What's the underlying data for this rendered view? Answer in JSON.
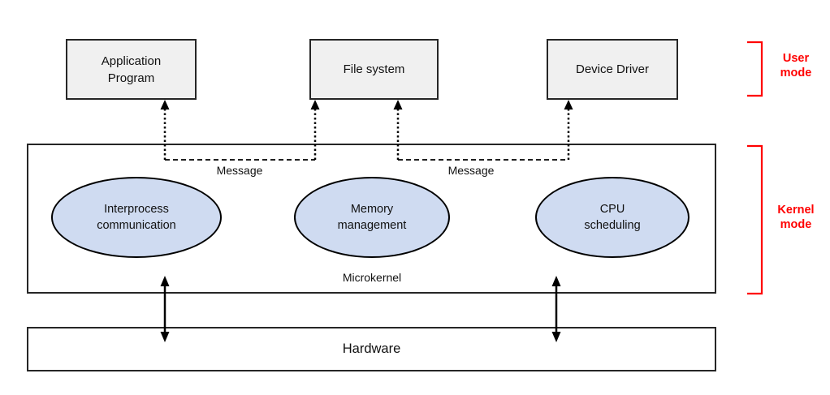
{
  "palette": {
    "box_fill": "#f0f0f0",
    "box_border": "#262626",
    "ellipse_fill": "#cfdbf1",
    "line_color": "#000000",
    "accent_red": "#ff0000"
  },
  "user_mode": {
    "label": "User mode",
    "boxes": [
      {
        "label": "Application Program"
      },
      {
        "label": "File system"
      },
      {
        "label": "Device Driver"
      }
    ]
  },
  "kernel_mode": {
    "label": "Kernel mode",
    "container_label": "Microkernel",
    "services": [
      {
        "label": "Interprocess communication"
      },
      {
        "label": "Memory management"
      },
      {
        "label": "CPU scheduling"
      }
    ]
  },
  "hardware": {
    "label": "Hardware"
  },
  "messages": [
    {
      "label": "Message"
    },
    {
      "label": "Message"
    }
  ]
}
